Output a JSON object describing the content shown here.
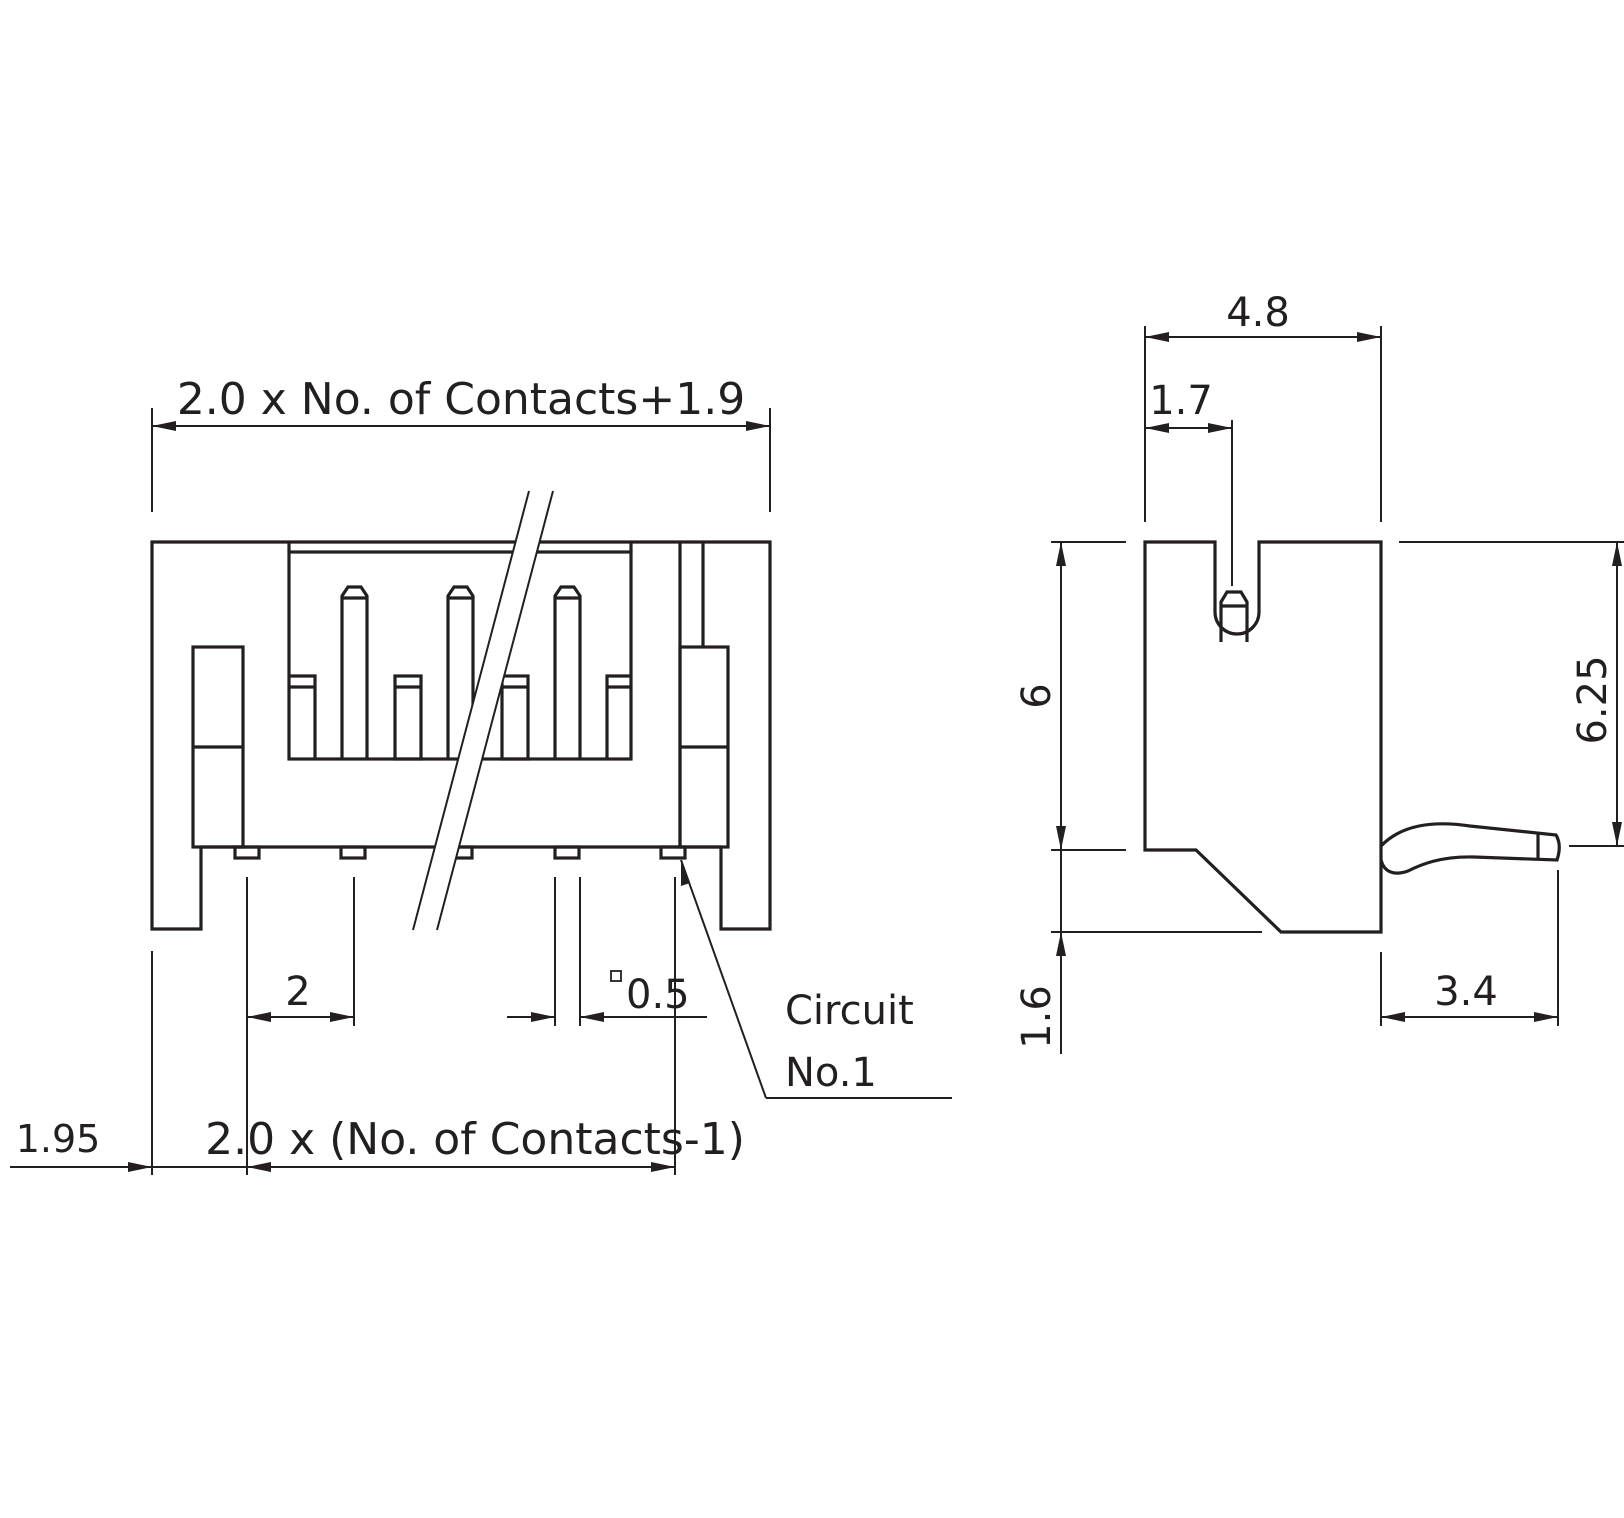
{
  "front_view": {
    "overall_width_label": "2.0 x No. of Contacts+1.9",
    "pitch_label": "2",
    "pin_size_label": "0.5",
    "pin_size_symbol": "square",
    "offset_label": "1.95",
    "pin_span_label": "2.0 x (No. of Contacts-1)",
    "circuit_label_line1": "Circuit",
    "circuit_label_line2": "No.1"
  },
  "side_view": {
    "depth_label": "4.8",
    "slot_offset_label": "1.7",
    "body_height_label": "6",
    "total_height_label": "6.25",
    "standoff_label": "1.6",
    "lead_length_label": "3.4"
  }
}
